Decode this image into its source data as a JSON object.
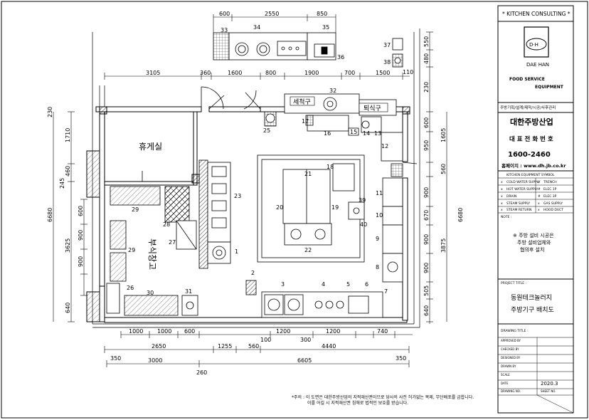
{
  "company": {
    "header": "* KITCHEN CONSULTING *",
    "logo_text": "D·H",
    "logo_name": "DAE HAN",
    "slogan_line1": "FOOD SERVICE",
    "slogan_line2": "EQUIPMENT",
    "services": "주방기획/설계/제작/시공/사후관리",
    "name": "대한주방산업",
    "phone_title": "대 표 전 화 번 호",
    "phone": "1600-2460",
    "homepage": "홈페이지 : www.dh.jb.co.kr"
  },
  "legend": {
    "title": "KITCHEN EQUIPMENT SYMBOL",
    "items": [
      {
        "symbol": "x",
        "text": "COLD WATER SUPPLY",
        "symbol2": "o",
        "text2": "TRENCH"
      },
      {
        "symbol": "x",
        "text": "HOT WATER SUPPLY",
        "symbol2": "#",
        "text2": "ELEC 1P"
      },
      {
        "symbol": "x",
        "text": "DRAIN",
        "symbol2": "#",
        "text2": "ELEC 3P"
      },
      {
        "symbol": "x",
        "text": "STEAM SUPPLY",
        "symbol2": "x",
        "text2": "GAS SUPPLY"
      },
      {
        "symbol": "x",
        "text": "STEAM RETURN",
        "symbol2": "x",
        "text2": "HOOD DUCT"
      }
    ],
    "notes_label": "NOTE :"
  },
  "note_text": [
    "※ 주방 설비 시공은",
    "주방 설비업체와",
    "협의후 설치"
  ],
  "project": {
    "label": "PROJECT TITLE :",
    "line1": "동원테크놀러지",
    "line2": "주방기구 배치도"
  },
  "drawing": {
    "label": "DRAWING TITLE :",
    "rows": [
      "APPROVED BY",
      "CHECKED BY",
      "DESIGNED BY",
      "DRAWN BY",
      "SCALE",
      "DATE",
      "DRAWING NO."
    ],
    "date": "2020.3",
    "sheet_no_label": "SHEET NO."
  },
  "footer_note": [
    "*주의 : 이 도면은 대한주방산업의 지적재산권이므로 당사의 사전 허가없는 복제, 무단배포를 금합니다.",
    "이를 어길 시 지적재산권 침해로 법적인 보호를 받습니다."
  ],
  "rooms": {
    "rest": "휴게실",
    "storage": "부식창고",
    "washing": "세척구",
    "tray": "퇴식구"
  },
  "dims": {
    "top_a": [
      "600",
      "2550",
      "850"
    ],
    "top_b": [
      "3105",
      "360",
      "1600",
      "800",
      "1900",
      "700",
      "1500",
      "110"
    ],
    "bot_a": [
      "1000",
      "1000",
      "600",
      "1200",
      "1200",
      "740"
    ],
    "bot_b": [
      "2650",
      "1255",
      "560",
      "4440"
    ],
    "bot_c": [
      "350",
      "3000",
      "6605",
      "350"
    ],
    "bot_d": "260",
    "bot_small": [
      "100",
      "300"
    ],
    "left_a": [
      "1710",
      "460",
      "245",
      "600",
      "900",
      "900",
      "640"
    ],
    "left_b": [
      "6680",
      "3625"
    ],
    "right_a": [
      "550",
      "480",
      "600",
      "1605",
      "950",
      "560",
      "900",
      "670",
      "900",
      "900",
      "505",
      "640"
    ],
    "right_b": [
      "3875",
      "6680"
    ],
    "top_right": "230",
    "left_top": "230"
  },
  "item_numbers": [
    "1",
    "2",
    "3",
    "4",
    "5",
    "6",
    "7",
    "8",
    "9",
    "10",
    "11",
    "12",
    "13",
    "14",
    "15",
    "16",
    "17",
    "18",
    "19",
    "20",
    "21",
    "22",
    "23",
    "25",
    "26",
    "27",
    "28",
    "29",
    "29",
    "30",
    "31",
    "32",
    "33",
    "34",
    "35",
    "36",
    "37",
    "38",
    "39",
    "40"
  ]
}
